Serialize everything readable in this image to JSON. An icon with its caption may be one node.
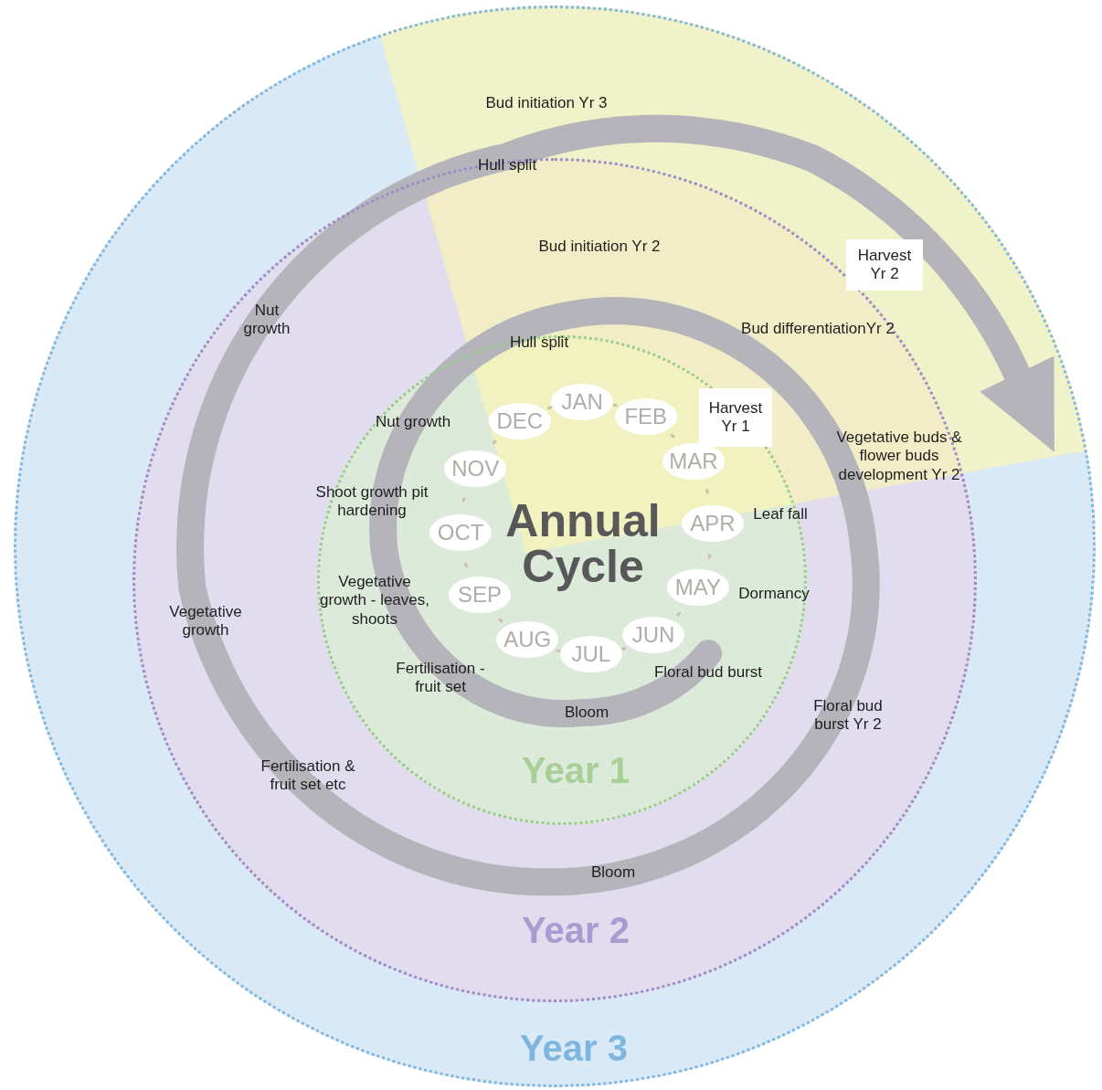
{
  "diagram": {
    "nodes": [
      {
        "text": [
          "Year 3"
        ]
      },
      {
        "text": [
          "Year 2"
        ],
        "in": 0
      },
      {
        "text": [
          "Year 1"
        ],
        "in": 1
      },
      {
        "text": [
          "JAN"
        ],
        "in": 2
      },
      {
        "text": [
          "FEB"
        ],
        "in": 2
      },
      {
        "text": [
          "MAR"
        ],
        "in": 2
      },
      {
        "text": [
          "APR"
        ],
        "in": 2
      },
      {
        "text": [
          "MAY"
        ],
        "in": 2
      },
      {
        "text": [
          "JUN"
        ],
        "in": 2
      },
      {
        "text": [
          "JUL"
        ],
        "in": 2
      },
      {
        "text": [
          "AUG"
        ],
        "in": 2
      },
      {
        "text": [
          "SEP"
        ],
        "in": 2
      },
      {
        "text": [
          "OCT"
        ],
        "in": 2
      },
      {
        "text": [
          "NOV"
        ],
        "in": 2
      },
      {
        "text": [
          "DEC"
        ],
        "in": 2
      },
      {
        "text": [
          "Harvest Yr 2"
        ],
        "in": 1
      },
      {
        "text": [
          "Harvest Yr 1"
        ],
        "in": 2
      }
    ],
    "edges": [
      {
        "from": 3,
        "to": 4,
        "arrow": "none"
      },
      {
        "from": 4,
        "to": 5,
        "arrow": "none"
      },
      {
        "from": 5,
        "to": 6,
        "arrow": "none"
      },
      {
        "from": 6,
        "to": 7,
        "arrow": "none"
      },
      {
        "from": 7,
        "to": 8,
        "arrow": "none"
      },
      {
        "from": 8,
        "to": 9,
        "arrow": "none"
      },
      {
        "from": 9,
        "to": 10,
        "arrow": "none"
      },
      {
        "from": 10,
        "to": 11,
        "arrow": "none"
      },
      {
        "from": 11,
        "to": 12,
        "arrow": "none"
      },
      {
        "from": 12,
        "to": 13,
        "arrow": "none"
      },
      {
        "from": 13,
        "to": 14,
        "arrow": "none"
      },
      {
        "from": 14,
        "to": 3,
        "arrow": "none"
      }
    ],
    "labels": [
      "Bud initiation Yr 3",
      "Hull split",
      "Bud initiation Yr 2",
      "Nut growth",
      "Bud differentiationYr 2",
      "Hull split",
      "Nut growth",
      "Vegetative buds & flower buds development Yr 2",
      "Shoot growth pit hardening",
      "Leaf fall",
      "Annual Cycle",
      "Vegetative growth",
      "Vegetative growth - leaves, shoots",
      "Dormancy",
      "Fertilisation - fruit set",
      "Floral bud burst",
      "Bloom",
      "Floral bud burst Yr 2",
      "Fertilisation & fruit set etc",
      "Bloom"
    ]
  }
}
